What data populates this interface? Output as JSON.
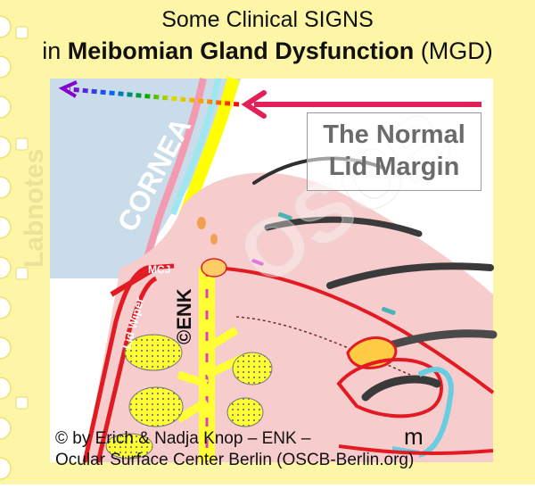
{
  "title": {
    "line1": "Some Clinical  SIGNS",
    "line2_prefix": "in ",
    "line2_bold": "Meibomian Gland Dysfunction",
    "line2_suffix": " (MGD)"
  },
  "box": {
    "line1": "The Normal",
    "line2": "Lid Margin"
  },
  "labels": {
    "cornea": "CORNEA",
    "lid_wiper": "Lid Wiper",
    "mcj": "MCJ",
    "enk": "©ENK",
    "m": "m",
    "watermark": "OSCB",
    "side": "Labnotes"
  },
  "credit": {
    "line1": "© by Erich & Nadja Knop – ENK –",
    "line2": "Ocular Surface Center Berlin (OSCB-Berlin.org)"
  },
  "colors": {
    "background_yellow": "#fdf6a6",
    "cornea_blue": "#c9dcea",
    "tissue_pink": "#f6cccc",
    "red_line": "#e21b23",
    "meibum_yellow": "#ffff33"
  }
}
